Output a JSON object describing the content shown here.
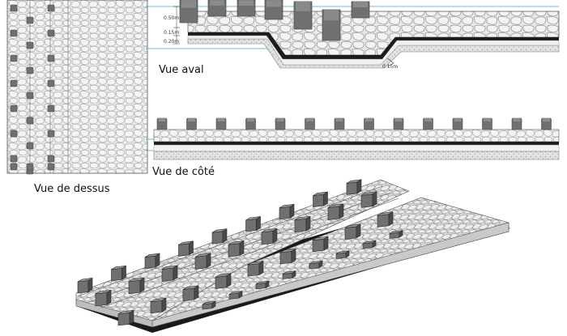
{
  "labels": {
    "top_view": "Vue de dessus",
    "downstream_view": "Vue aval",
    "side_view": "Vue de côté"
  },
  "dimensions": {
    "d1": "0.50m",
    "d2": "0.15m",
    "d3": "0.20m",
    "d4": "0.15m"
  },
  "colors": {
    "stone_fill": "#e9e9e9",
    "stone_line": "#a9a9a9",
    "block_fill": "#707070",
    "block_dark": "#4a4a4a",
    "block_light": "#9b9b9b",
    "membrane": "#1c1c1c",
    "gravel": "#dcdcdc",
    "guide_line": "#4aa3c8"
  }
}
